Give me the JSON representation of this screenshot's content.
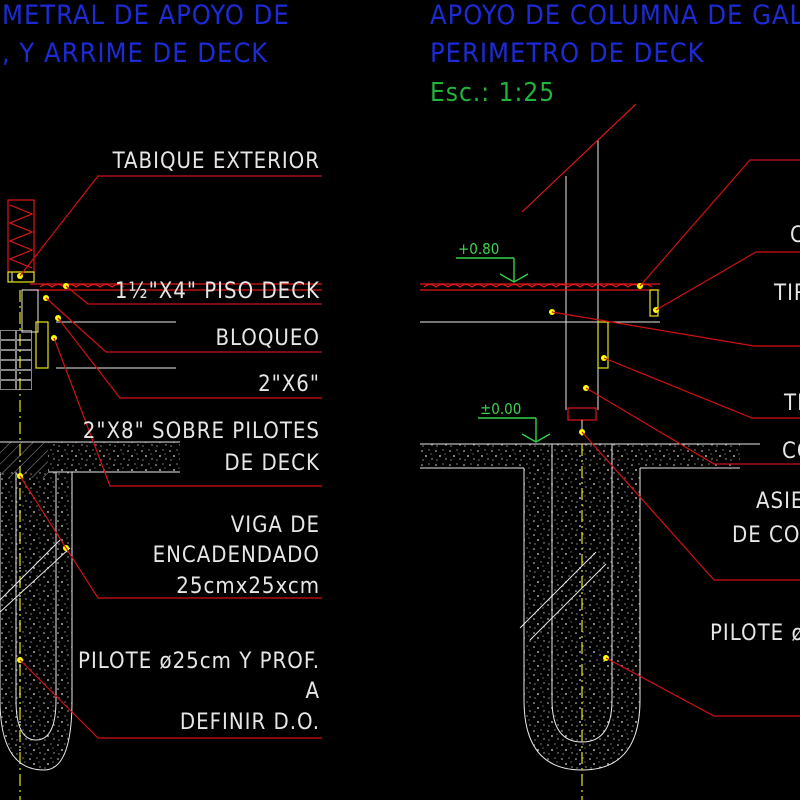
{
  "colors": {
    "background": "#000000",
    "title": "#1d2bd6",
    "scale": "#22b33a",
    "label": "#e6e6e6",
    "leader": "#d01010",
    "construction": "#e7e51a",
    "level_marker": "#3dd24f"
  },
  "left_detail": {
    "title_line1": "METRAL DE APOYO DE",
    "title_line2": ", Y ARRIME DE DECK",
    "labels": {
      "tabique": "TABIQUE EXTERIOR",
      "piso_deck": "1½\"X4\" PISO DECK",
      "bloqueo": "BLOQUEO",
      "dos_x_seis": "2\"X6\"",
      "sobre_pilotes_1": "2\"X8\" SOBRE PILOTES",
      "sobre_pilotes_2": "DE DECK",
      "viga_1": "VIGA DE",
      "viga_2": "ENCADENDADO",
      "viga_3": "25cmx25xcm",
      "pilote_1": "PILOTE ø25cm Y PROF.",
      "pilote_2": "A",
      "pilote_3": "DEFINIR D.O."
    }
  },
  "right_detail": {
    "title_line1": "APOYO DE COLUMNA DE GALE",
    "title_line2": "PERIMETRO DE DECK",
    "scale": "Esc.: 1:25",
    "level_upper": "+0.80",
    "level_lower": "±0.00",
    "labels": {
      "c": "C",
      "tir": "TIR",
      "ti": "TI",
      "co": "CO",
      "asien": "ASIEN",
      "de_col": "DE COL",
      "pilote": "PILOTE ø"
    }
  }
}
